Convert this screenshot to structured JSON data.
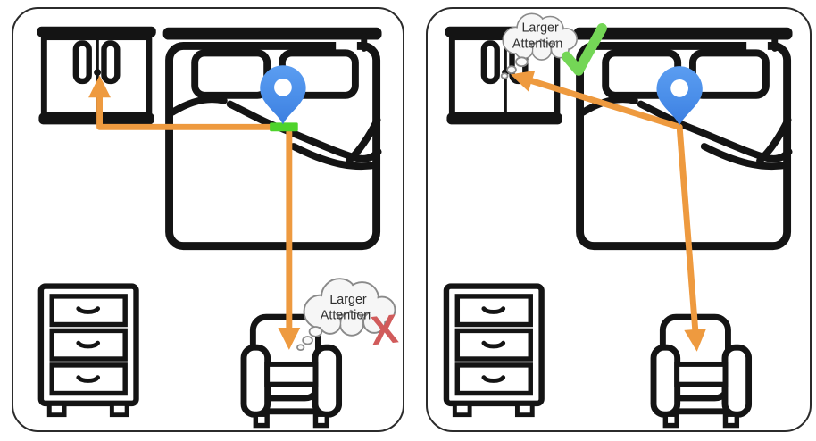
{
  "figure": {
    "panels": [
      {
        "id": "left",
        "thought_cloud": {
          "line1": "Larger",
          "line2": "Attention"
        },
        "verdict": {
          "type": "red-cross",
          "glyph": "X"
        },
        "furniture": [
          "wardrobe",
          "bed",
          "dresser",
          "armchair"
        ],
        "overlays": [
          "location-pin",
          "green-target-bar",
          "attention-arrows",
          "thought-cloud",
          "cross-icon"
        ]
      },
      {
        "id": "right",
        "thought_cloud": {
          "line1": "Larger",
          "line2": "Attention"
        },
        "verdict": {
          "type": "green-check"
        },
        "furniture": [
          "wardrobe",
          "bed",
          "dresser",
          "armchair"
        ],
        "overlays": [
          "location-pin",
          "attention-arrows",
          "thought-cloud",
          "check-icon"
        ]
      }
    ],
    "colors": {
      "arrow": "#EE9A3F",
      "pin_top": "#5B9DF1",
      "pin_bottom": "#3C7EE0",
      "target_bar": "#4ED32C",
      "check": "#74D656",
      "cross": "#D15B5B",
      "cloud_fill": "#F6F6F6",
      "cloud_stroke": "#8A8A8A",
      "line_art": "#141414"
    }
  }
}
